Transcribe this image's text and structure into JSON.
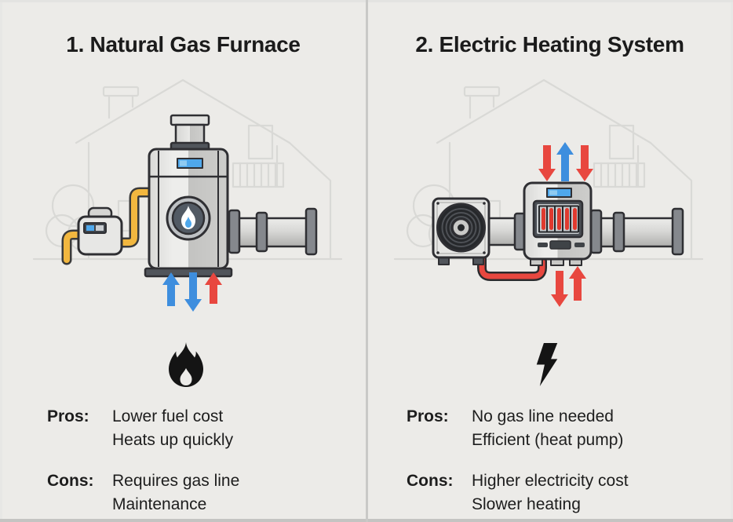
{
  "left": {
    "title": "1. Natural Gas Furnace",
    "pros_label": "Pros:",
    "pros": [
      "Lower fuel cost",
      "Heats up quickly"
    ],
    "cons_label": "Cons:",
    "cons": [
      "Requires gas line",
      "Maintenance"
    ]
  },
  "right": {
    "title": "2. Electric Heating System",
    "pros_label": "Pros:",
    "pros": [
      "No gas line needed",
      "Efficient (heat pump)"
    ],
    "cons_label": "Cons:",
    "cons": [
      "Higher electricity cost",
      "Slower heating"
    ]
  },
  "icons": {
    "left": "flame-icon",
    "right": "lightning-bolt-icon"
  },
  "colors": {
    "background": "#ECEBE8",
    "divider": "#C9C9C7",
    "title_text": "#1B1B1B",
    "body_text": "#1D1D1D",
    "arrow_blue": "#3E8EDE",
    "arrow_red": "#E8473F",
    "gas_pipe_yellow": "#F2B73F",
    "display_blue": "#4FA8EC",
    "heater_coil_red": "#E03A2F",
    "equipment_outline": "#2F2F33",
    "house_outline": "#D9D9D6"
  }
}
